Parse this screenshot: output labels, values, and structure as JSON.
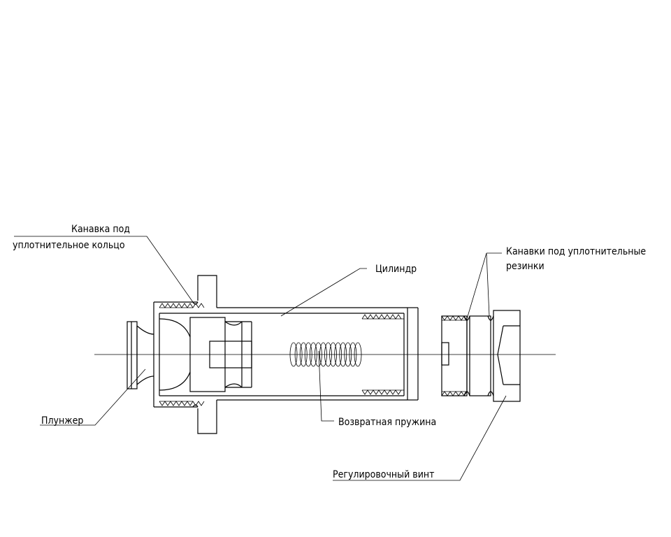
{
  "labels": {
    "groove_ring_line1": "Канавка под",
    "groove_ring_line2": "уплотнительное кольцо",
    "cylinder": "Цилиндр",
    "grooves_rubber_line1": "Канавки под уплотнительные",
    "grooves_rubber_line2": "резинки",
    "plunger": "Плунжер",
    "return_spring": "Возвратная пружина",
    "adjusting_screw": "Регулировочный винт"
  },
  "colors": {
    "line": "#000000",
    "background": "#ffffff"
  }
}
